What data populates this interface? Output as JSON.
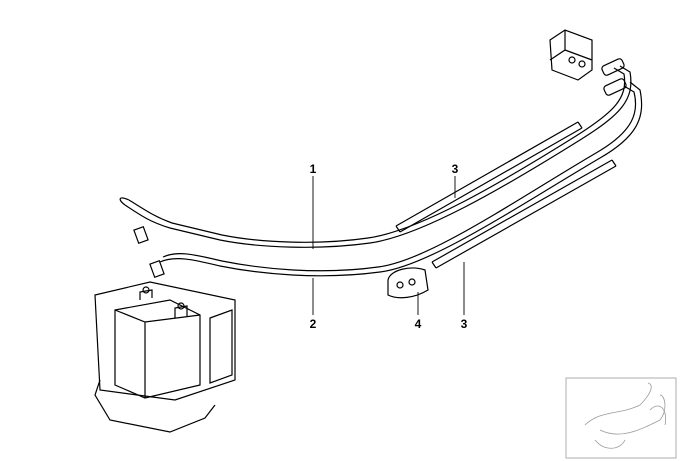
{
  "diagram": {
    "callouts": [
      {
        "id": "callout-1",
        "text": "1"
      },
      {
        "id": "callout-2",
        "text": "2"
      },
      {
        "id": "callout-3a",
        "text": "3"
      },
      {
        "id": "callout-4",
        "text": "4"
      },
      {
        "id": "callout-3b",
        "text": "3"
      }
    ],
    "colors": {
      "line": "#000000",
      "inset": "#9a9a9a"
    }
  }
}
